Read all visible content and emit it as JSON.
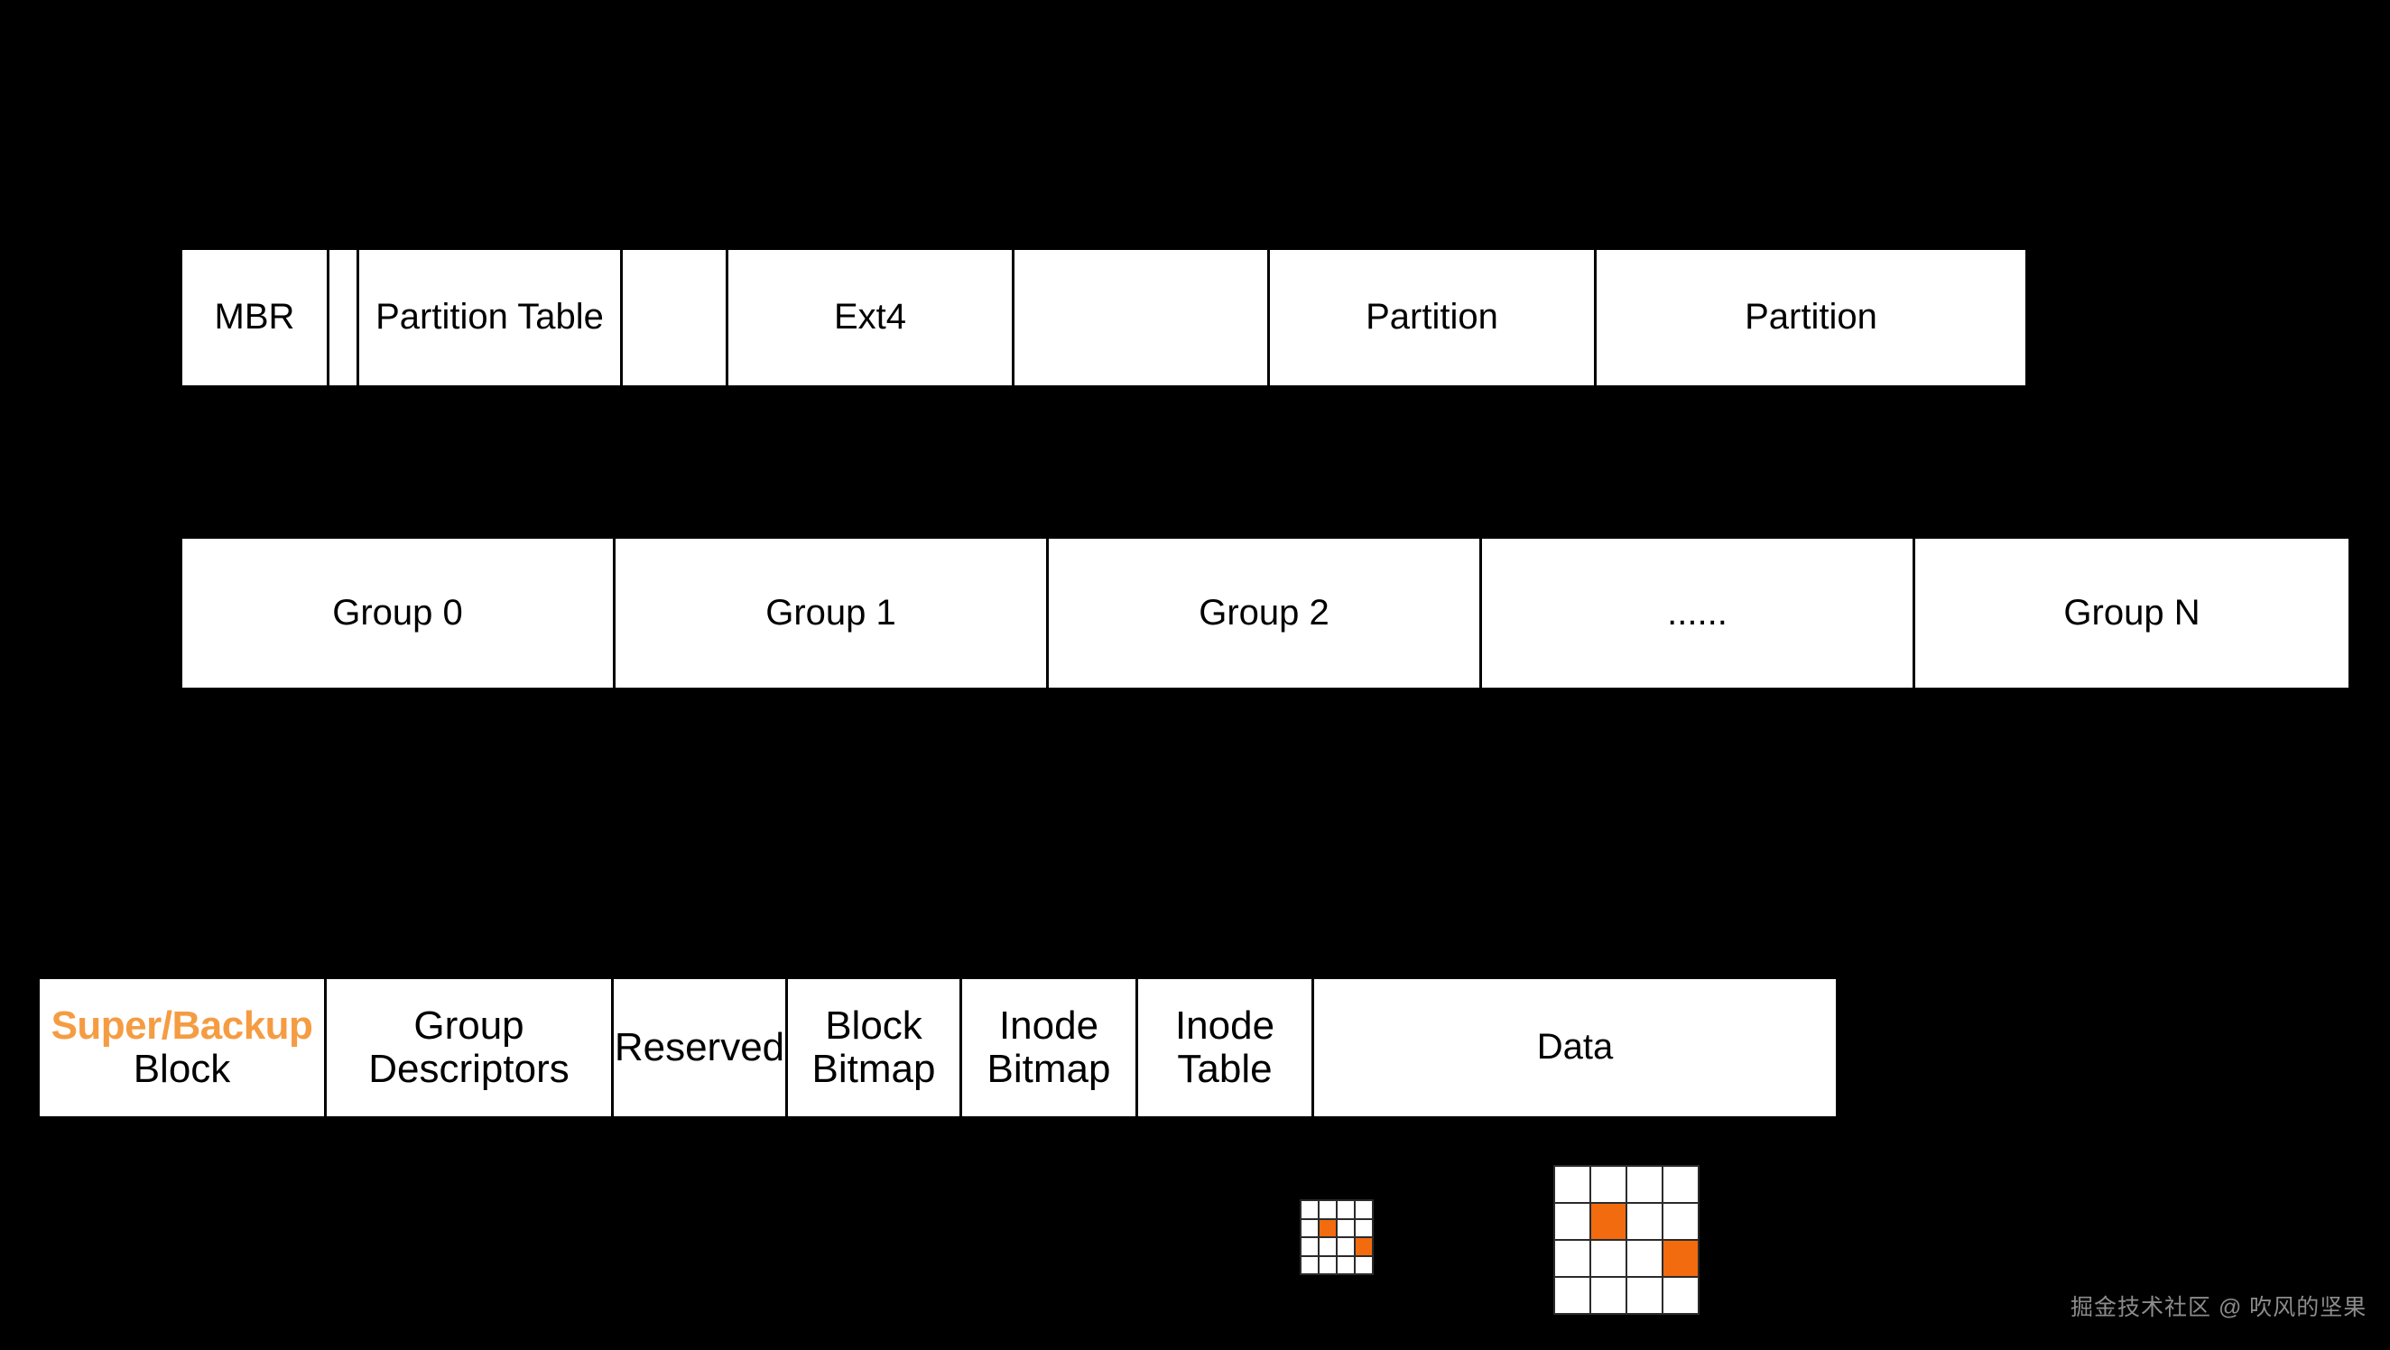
{
  "colors": {
    "background": "#000000",
    "cell_fill": "#ffffff",
    "stroke": "#000000",
    "accent_orange": "#f59c42",
    "bitmap_orange": "#f26b0f",
    "watermark": "#8c8c8c"
  },
  "disk_layout_row": {
    "cells": [
      {
        "label": "MBR"
      },
      {
        "label": ""
      },
      {
        "label": "Partition Table"
      },
      {
        "label": ""
      },
      {
        "label": "Ext4"
      },
      {
        "label": ""
      },
      {
        "label": "Partition"
      },
      {
        "label": "Partition"
      }
    ]
  },
  "block_groups_row": {
    "cells": [
      {
        "label": "Group 0"
      },
      {
        "label": "Group 1"
      },
      {
        "label": "Group 2"
      },
      {
        "label": "......"
      },
      {
        "label": "Group N"
      }
    ]
  },
  "group_detail_row": {
    "cells": [
      {
        "line1": "Super/Backup",
        "line2": "Block",
        "accent": true
      },
      {
        "line1": "Group",
        "line2": "Descriptors",
        "accent": false
      },
      {
        "line1": "Reserved",
        "line2": "",
        "accent": false
      },
      {
        "line1": "Block",
        "line2": "Bitmap",
        "accent": false
      },
      {
        "line1": "Inode",
        "line2": "Bitmap",
        "accent": false
      },
      {
        "line1": "Inode",
        "line2": "Table",
        "accent": false
      },
      {
        "line1": "Data",
        "line2": "",
        "accent": false
      }
    ]
  },
  "bitmaps": {
    "block_bitmap": {
      "name": "block-bitmap-grid",
      "rows": 4,
      "cols": 4,
      "set_cells": [
        [
          1,
          1
        ],
        [
          2,
          3
        ]
      ]
    },
    "inode_bitmap": {
      "name": "inode-bitmap-grid",
      "rows": 4,
      "cols": 4,
      "set_cells": [
        [
          1,
          1
        ],
        [
          2,
          3
        ]
      ]
    }
  },
  "watermark": {
    "text": "掘金技术社区 @ 吹风的坚果"
  }
}
